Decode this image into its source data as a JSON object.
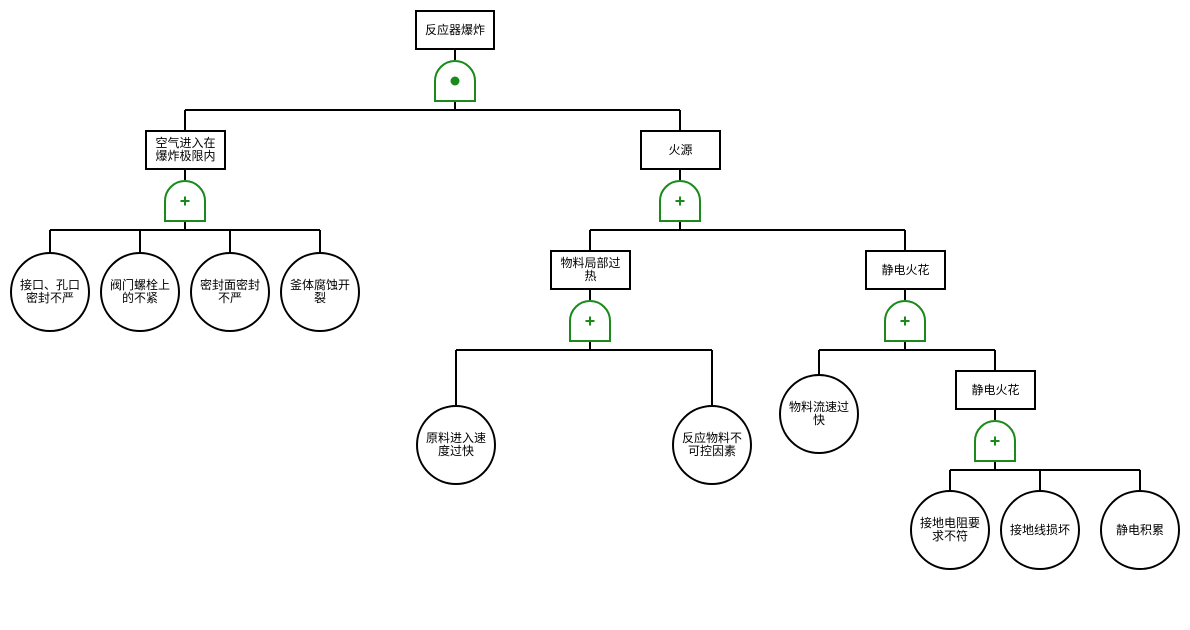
{
  "colors": {
    "gate": "#1a8a1a",
    "line": "#000000"
  },
  "nodes": {
    "top": {
      "label": "反应器爆炸"
    },
    "air": {
      "label": "空气进入在爆炸极限内"
    },
    "fire": {
      "label": "火源"
    },
    "heat": {
      "label": "物料局部过热"
    },
    "static1": {
      "label": "静电火花"
    },
    "static2": {
      "label": "静电火花"
    }
  },
  "basic_events": {
    "b1": "接口、孔口密封不严",
    "b2": "阀门螺栓上的不紧",
    "b3": "密封面密封不严",
    "b4": "釜体腐蚀开裂",
    "b5": "原料进入速度过快",
    "b6": "反应物料不可控因素",
    "b7": "物料流速过快",
    "b8": "接地电阻要求不符",
    "b9": "接地线损坏",
    "b10": "静电积累"
  },
  "gates": {
    "g_top": {
      "type": "AND",
      "symbol": "dot"
    },
    "g_air": {
      "type": "OR",
      "symbol": "+"
    },
    "g_fire": {
      "type": "OR",
      "symbol": "+"
    },
    "g_heat": {
      "type": "OR",
      "symbol": "+"
    },
    "g_static1": {
      "type": "OR",
      "symbol": "+"
    },
    "g_static2": {
      "type": "OR",
      "symbol": "+"
    }
  }
}
